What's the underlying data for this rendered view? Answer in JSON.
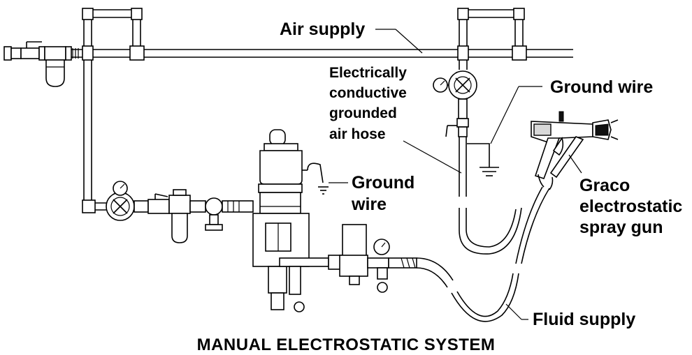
{
  "diagram": {
    "title": "MANUAL ELECTROSTATIC SYSTEM",
    "labels": {
      "air_supply": "Air supply",
      "air_hose": [
        "Electrically",
        "conductive",
        "grounded",
        "air hose"
      ],
      "ground_wire_top": "Ground wire",
      "ground_wire_pump": [
        "Ground",
        "wire"
      ],
      "spray_gun": [
        "Graco",
        "electrostatic",
        "spray gun"
      ],
      "fluid_supply": "Fluid supply"
    }
  }
}
